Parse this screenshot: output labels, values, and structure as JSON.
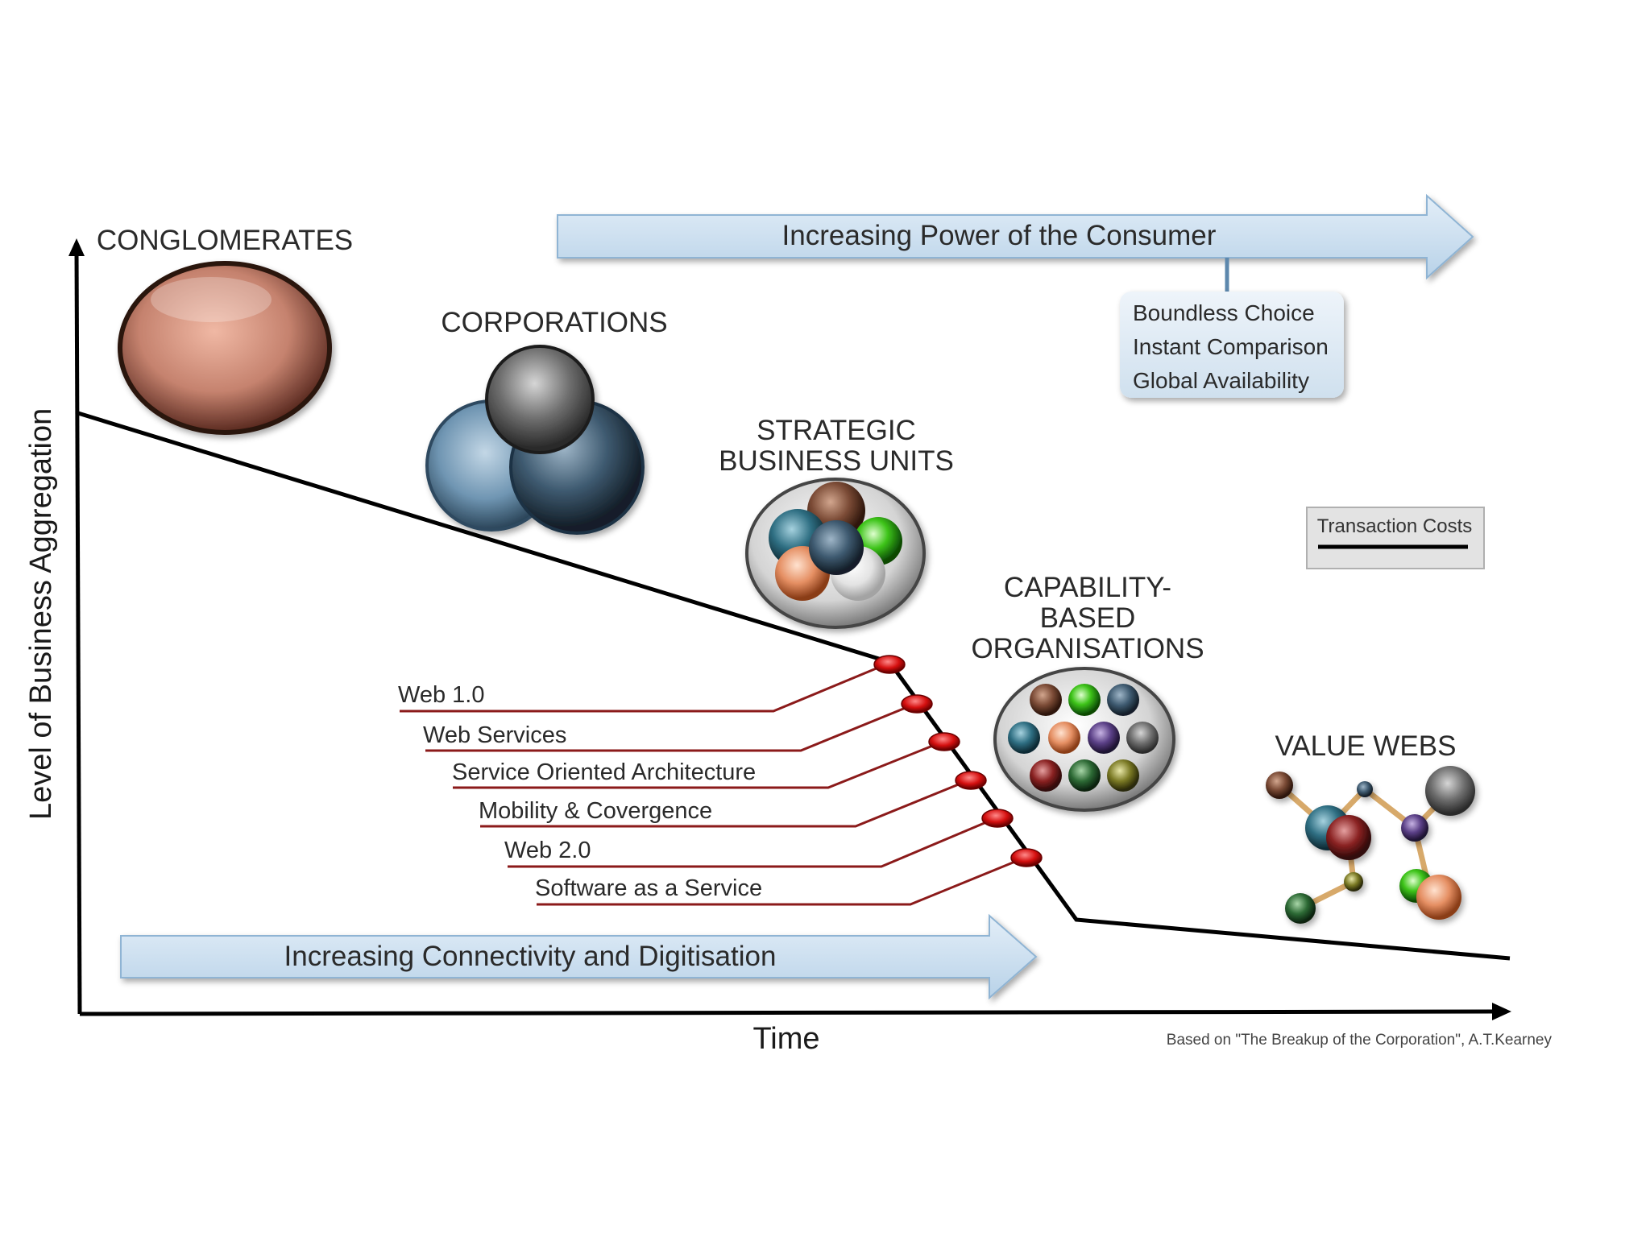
{
  "axes": {
    "y_label": "Level of Business Aggregation",
    "x_label": "Time"
  },
  "stages": {
    "conglomerates": "CONGLOMERATES",
    "corporations": "CORPORATIONS",
    "sbu_line1": "STRATEGIC",
    "sbu_line2": "BUSINESS UNITS",
    "cbo_line1": "CAPABILITY-",
    "cbo_line2": "BASED",
    "cbo_line3": "ORGANISATIONS",
    "value_webs": "VALUE WEBS"
  },
  "consumer_arrow": {
    "label": "Increasing Power of the Consumer",
    "items": [
      "Boundless Choice",
      "Instant Comparison",
      "Global Availability"
    ]
  },
  "connectivity_arrow": {
    "label": "Increasing Connectivity and Digitisation"
  },
  "technologies": [
    "Web 1.0",
    "Web Services",
    "Service Oriented Architecture",
    "Mobility & Covergence",
    "Web 2.0",
    "Software as a Service"
  ],
  "legend": {
    "label": "Transaction Costs"
  },
  "source": "Based on \"The Breakup of the Corporation\", A.T.Kearney",
  "colors": {
    "arrow_fill": "#c9def0",
    "arrow_stroke": "#8fb4d4",
    "curve": "#000000",
    "tech_line": "#8b1a1a",
    "tech_dot": "#d10f0f",
    "conglomerate": "#c98a78",
    "corp_blue": "#5f87a5",
    "corp_gray": "#6e6e6e"
  }
}
